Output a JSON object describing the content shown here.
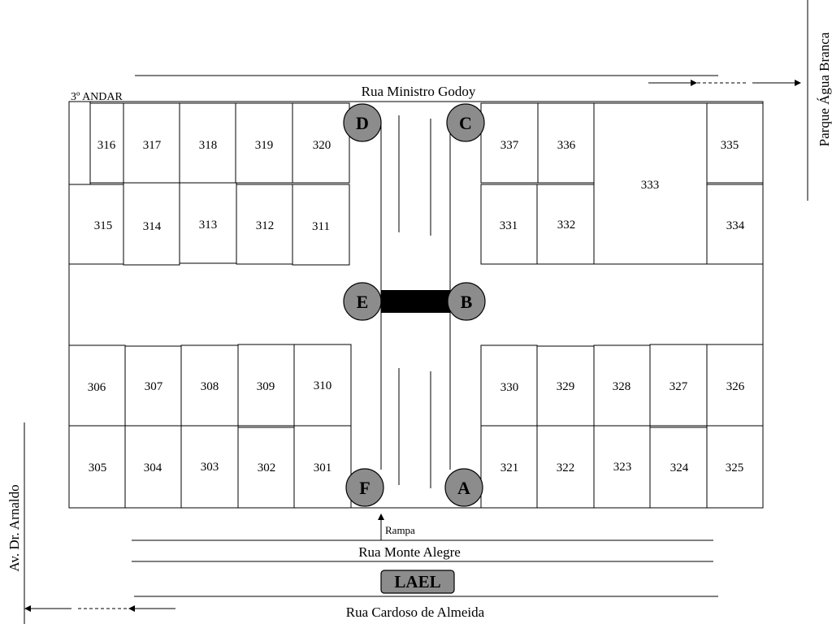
{
  "floor_label": "3º ANDAR",
  "streets": {
    "top": "Rua Ministro Godoy",
    "bottom_1": "Rua Monte Alegre",
    "bottom_2": "Rua Cardoso de Almeida",
    "left_vertical": "Av. Dr. Arnaldo",
    "right_vertical": "Parque Água Branca"
  },
  "ramp_label": "Rampa",
  "logo_label": "LAEL",
  "colors": {
    "circle_fill": "#8c8c8c",
    "logo_fill": "#8c8c8c",
    "connector": "#000000"
  },
  "circles": [
    "A",
    "B",
    "C",
    "D",
    "E",
    "F"
  ],
  "rooms": {
    "upper_left_top": [
      "316",
      "317",
      "318",
      "319",
      "320"
    ],
    "upper_left_bottom": [
      "315",
      "314",
      "313",
      "312",
      "311"
    ],
    "lower_left_top": [
      "306",
      "307",
      "308",
      "309",
      "310"
    ],
    "lower_left_bottom": [
      "305",
      "304",
      "303",
      "302",
      "301"
    ],
    "upper_right_top": [
      "337",
      "336",
      "333",
      "335"
    ],
    "upper_right_bottom": [
      "331",
      "332",
      "334"
    ],
    "lower_right_top": [
      "330",
      "329",
      "328",
      "327",
      "326"
    ],
    "lower_right_bottom": [
      "321",
      "322",
      "323",
      "324",
      "325"
    ]
  }
}
